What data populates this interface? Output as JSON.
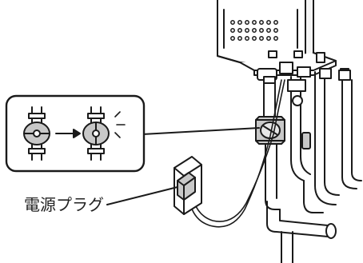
{
  "labels": {
    "power_plug": "電源プラグ"
  },
  "colors": {
    "line": "#1a1a1a",
    "valve_gray": "#c8c8c8",
    "panel_fill": "#ffffff",
    "shade": "#e6e6e6"
  },
  "inset": {
    "before_state": "valve-open",
    "after_state": "valve-closed"
  }
}
